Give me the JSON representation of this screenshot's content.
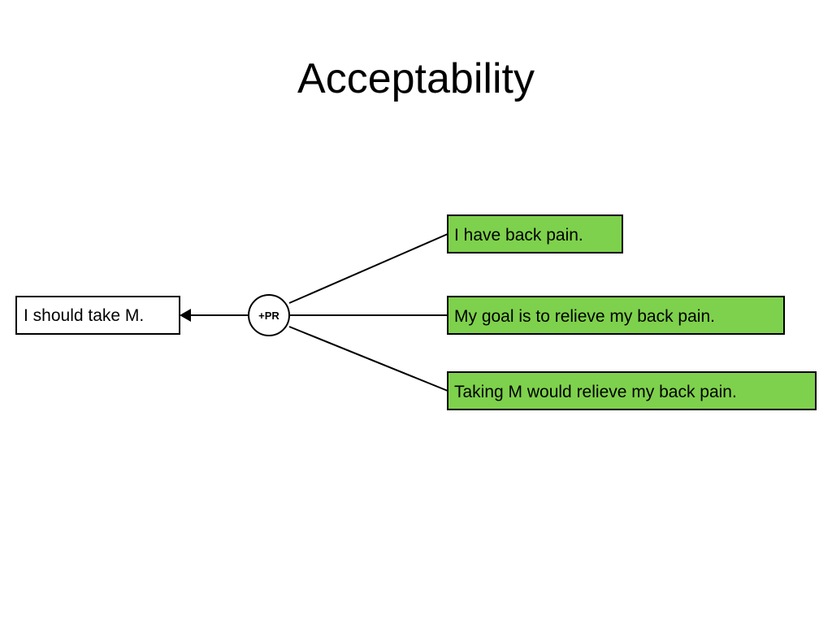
{
  "slide": {
    "title": "Acceptability"
  },
  "diagram": {
    "conclusion": "I should take M.",
    "connector": "+PR",
    "premises": [
      "I have back pain.",
      "My goal is to relieve my back pain.",
      "Taking M would relieve my back pain."
    ],
    "colors": {
      "premise_fill": "#7ed14c",
      "conclusion_fill": "#ffffff",
      "stroke": "#000000"
    }
  }
}
